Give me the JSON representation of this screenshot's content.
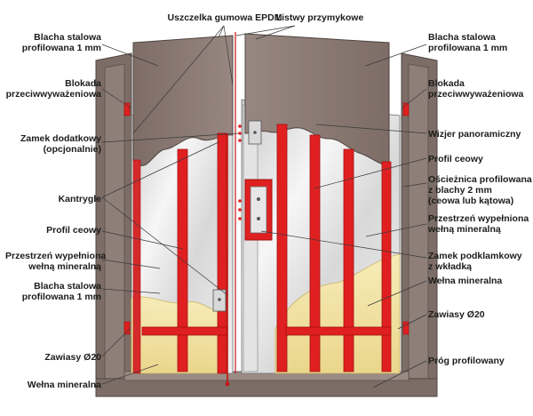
{
  "labels": {
    "uszczelka": "Uszczelka gumowa EPDM",
    "listwy": "Listwy przymykowe",
    "blacha_left_1": "Blacha stalowa",
    "blacha_left_2": "profilowana 1 mm",
    "blacha_right_1": "Blacha stalowa",
    "blacha_right_2": "profilowana 1 mm",
    "blokada_left_1": "Blokada",
    "blokada_left_2": "przeciwwyważeniowa",
    "blokada_right_1": "Blokada",
    "blokada_right_2": "przeciwwyważeniowa",
    "zamek_dod_1": "Zamek dodatkowy",
    "zamek_dod_2": "(opcjonalnie)",
    "wizjer": "Wizjer panoramiczny",
    "profil_ceowy_right": "Profil ceowy",
    "osciez_1": "Ościeżnica profilowana",
    "osciez_2": "z blachy 2 mm",
    "osciez_3": "(ceowa lub kątowa)",
    "kantrygle": "Kantrygle",
    "przestrzen_right_1": "Przestrzeń wypełniona",
    "przestrzen_right_2": "wełną mineralną",
    "profil_ceowy_left": "Profil ceowy",
    "zamek_podkl_1": "Zamek podklamkowy",
    "zamek_podkl_2": "z wkładką",
    "przestrzen_left_1": "Przestrzeń wypełniona",
    "przestrzen_left_2": "wełną mineralną",
    "welna_right": "Wełna mineralna",
    "blacha_left2_1": "Blacha stalowa",
    "blacha_left2_2": "profilowana 1 mm",
    "zawiasy_right": "Zawiasy Ø20",
    "zawiasy_left": "Zawiasy Ø20",
    "prog": "Próg profilowany",
    "welna_left": "Wełna mineralna"
  },
  "colors": {
    "frame": "#7c6d66",
    "frame_edge": "#5a4e49",
    "panel": "#8a7a73",
    "steel_light": "#f2f2f2",
    "steel_mid": "#cfcfcf",
    "red_profile": "#e02020",
    "red_dark": "#a31010",
    "wool": "#f4e6a6",
    "wool_dark": "#e6cf7c",
    "leader": "#3a3a3a"
  }
}
